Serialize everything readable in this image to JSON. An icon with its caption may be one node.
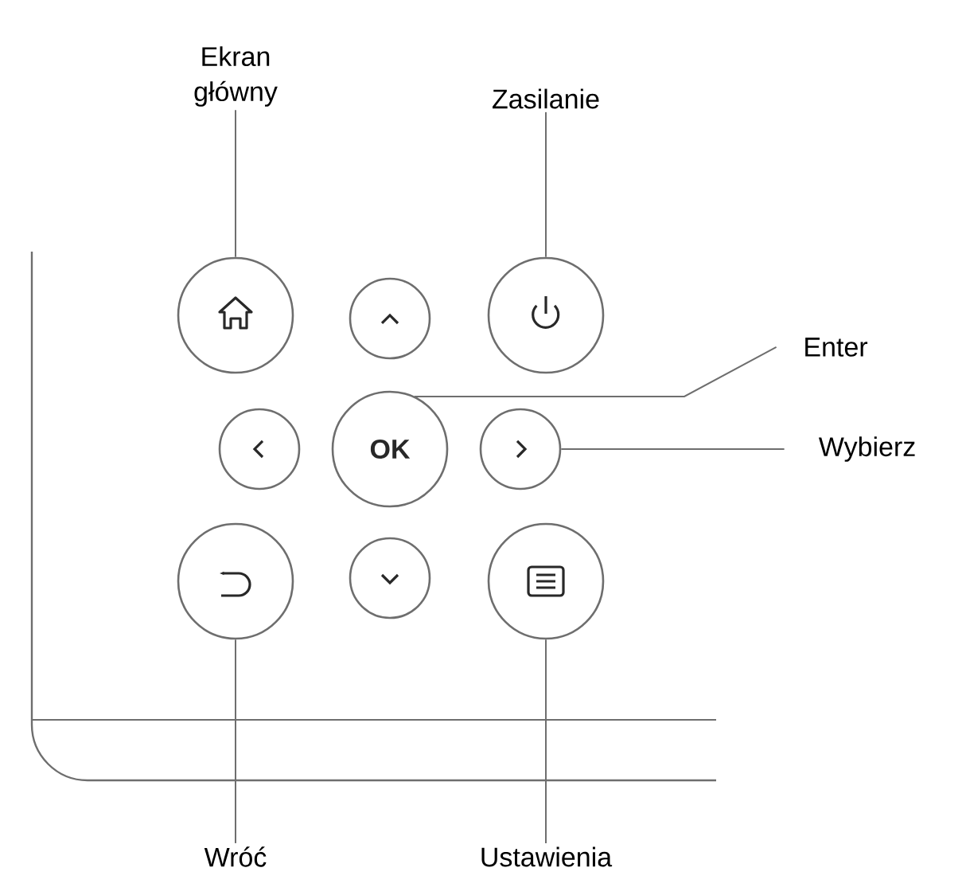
{
  "diagram": {
    "nodes": [
      {
        "text": [
          "Ekran główny"
        ]
      },
      {
        "text": [
          "Zasilanie"
        ]
      },
      {
        "text": [],
        "shape": "circle"
      },
      {
        "text": [],
        "shape": "circle"
      },
      {
        "text": [],
        "shape": "circle"
      },
      {
        "text": [
          "Enter"
        ]
      },
      {
        "text": [],
        "shape": "circle"
      },
      {
        "text": [
          "OK"
        ]
      },
      {
        "text": [],
        "shape": "circle"
      },
      {
        "text": [
          "Wybierz"
        ]
      },
      {
        "text": [],
        "shape": "circle"
      },
      {
        "text": [],
        "shape": "circle"
      },
      {
        "text": [],
        "shape": "circle"
      },
      {
        "text": [
          "Wróć"
        ]
      },
      {
        "text": [
          "Ustawienia"
        ]
      }
    ],
    "edges": [
      {
        "from": 0,
        "to": 2,
        "arrow": "none"
      },
      {
        "from": 1,
        "to": 4,
        "arrow": "none"
      },
      {
        "from": 5,
        "to": 7,
        "arrow": "none"
      },
      {
        "from": 9,
        "to": 8,
        "arrow": "none"
      },
      {
        "from": 13,
        "to": 10,
        "arrow": "none"
      },
      {
        "from": 14,
        "to": 12,
        "arrow": "none"
      }
    ]
  }
}
